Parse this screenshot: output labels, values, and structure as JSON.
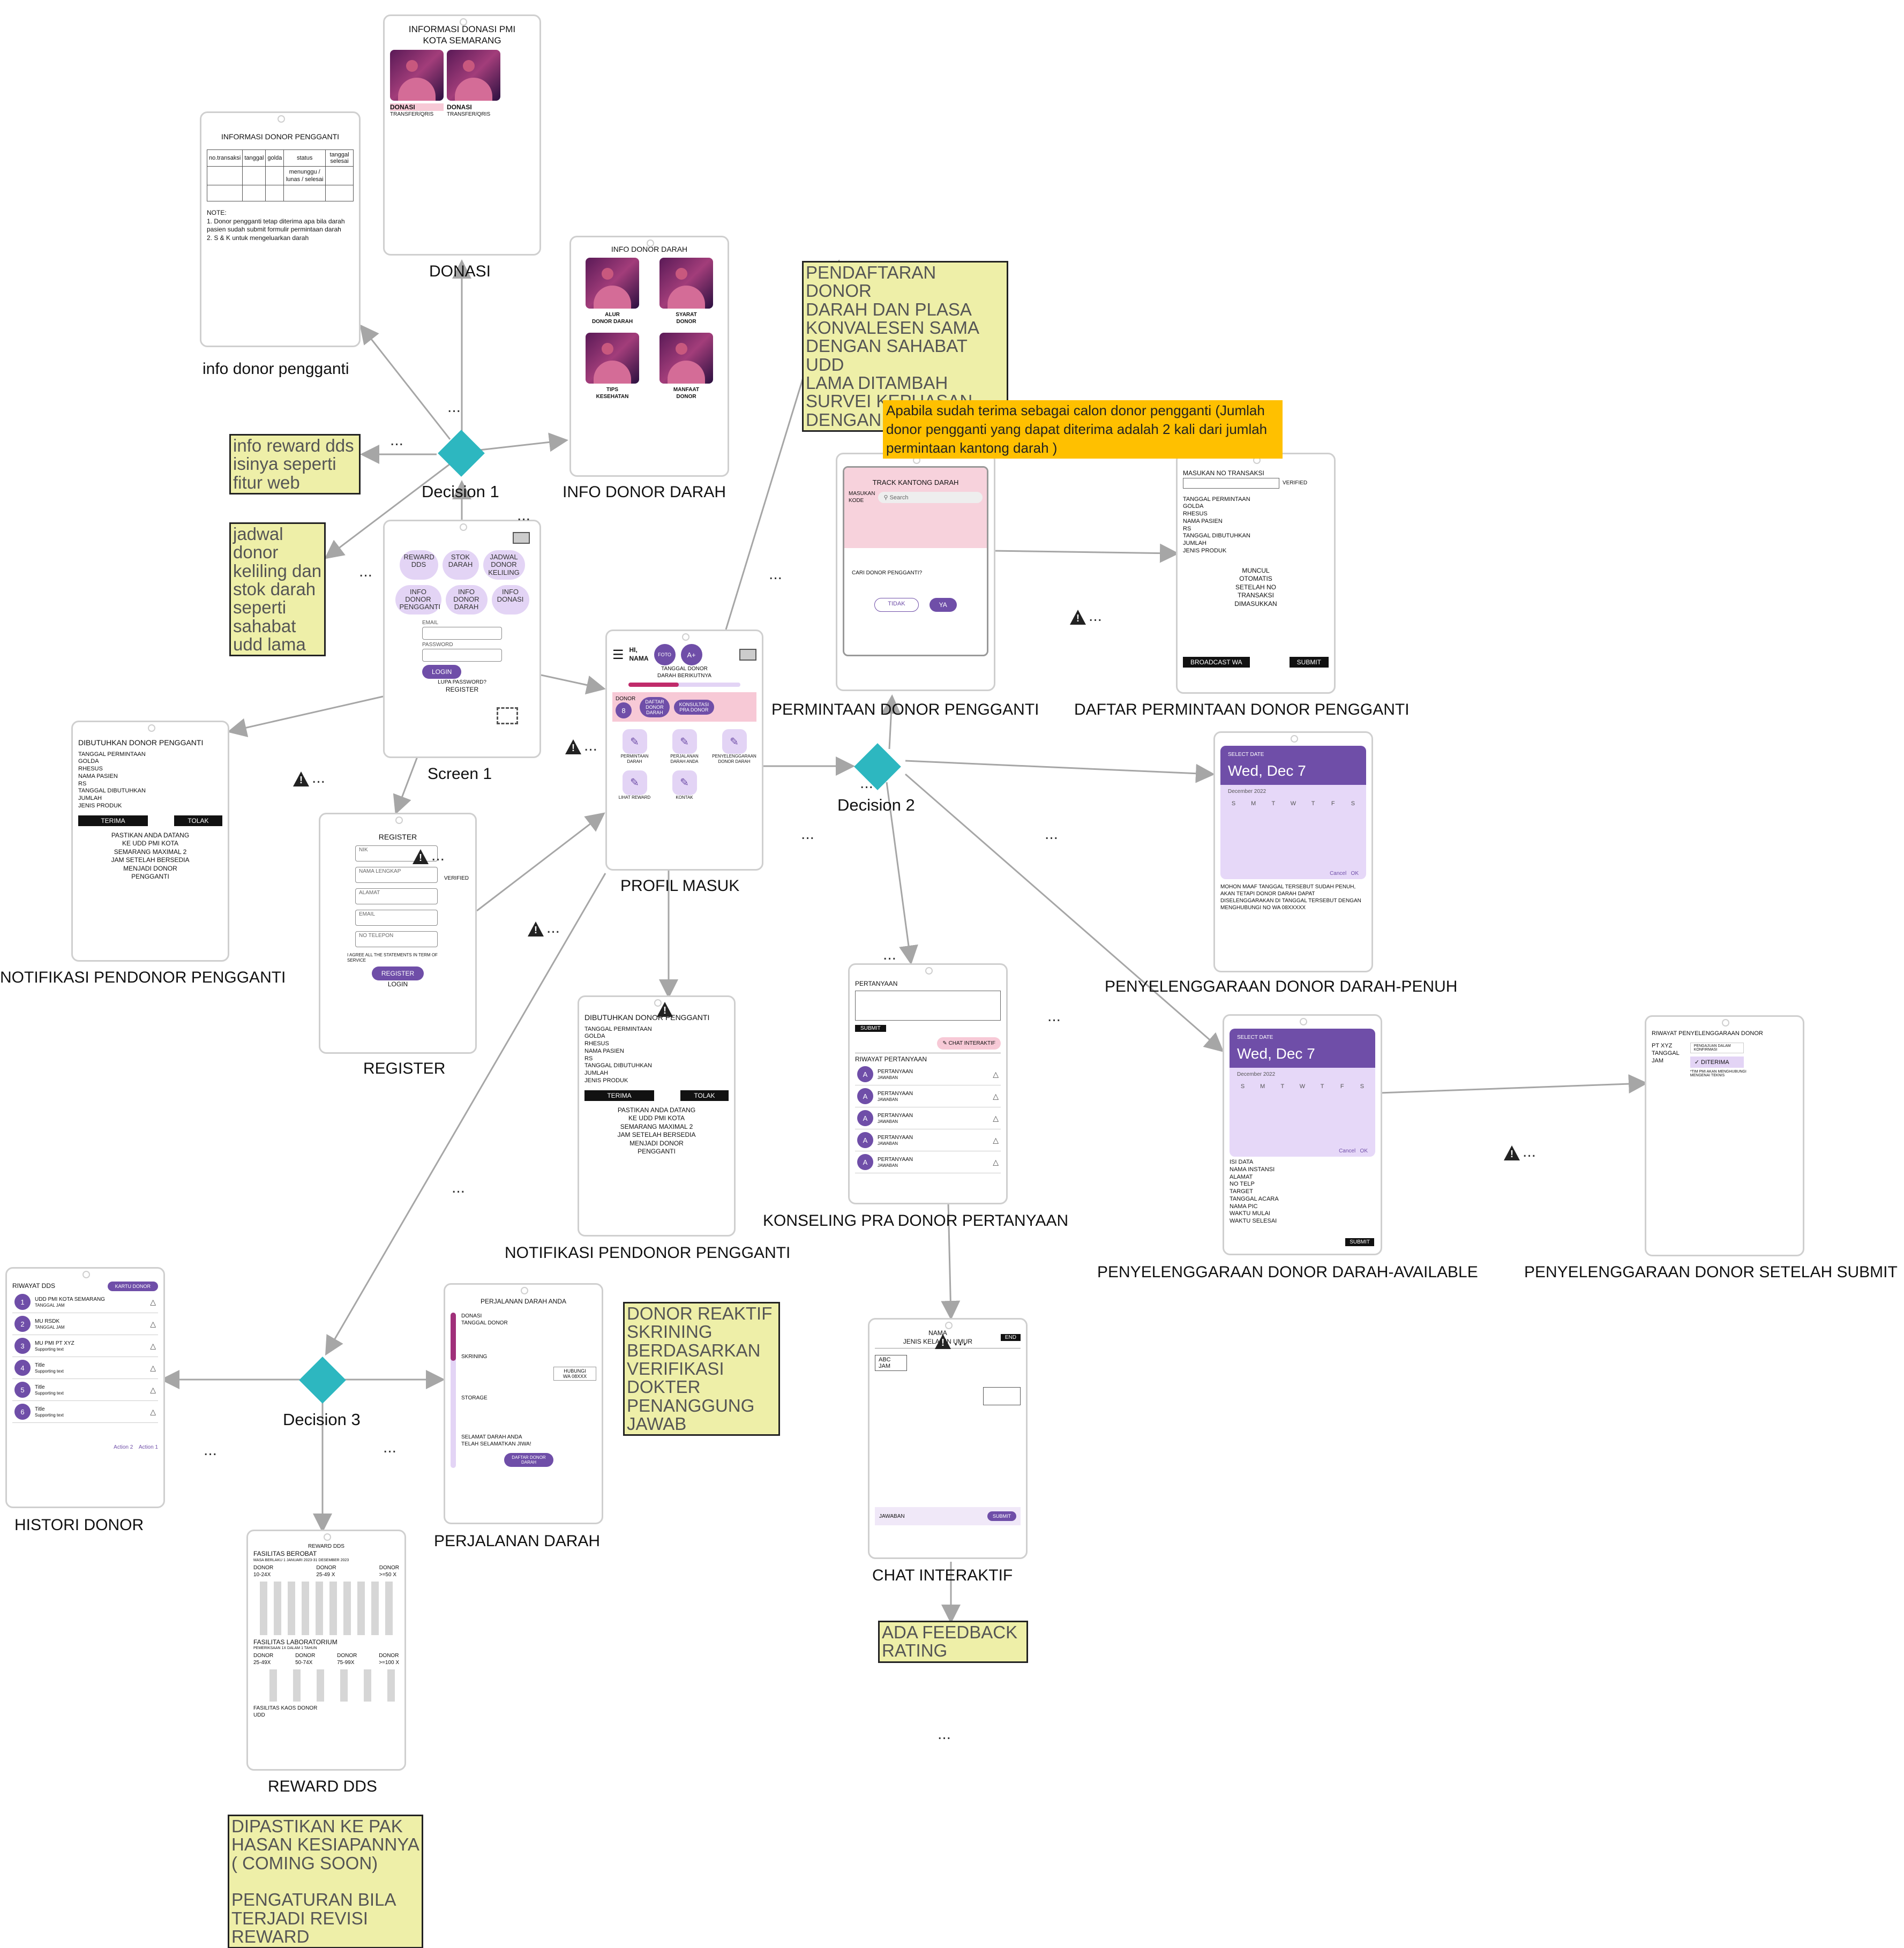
{
  "colors": {
    "accent": "#6f4ea8",
    "decision": "#2db7c0",
    "note_bg": "#eeefa8",
    "note_orange": "#ffc000",
    "edge": "#a6a6a6"
  },
  "screens": {
    "donasi": {
      "label": "DONASI",
      "title": "INFORMASI DONASI PMI\nKOTA SEMARANG",
      "cards": [
        {
          "name": "DONASI",
          "sub": "TRANSFER/QRIS"
        },
        {
          "name": "DONASI",
          "sub": "TRANSFER/QRIS"
        }
      ]
    },
    "info_pengganti": {
      "label": "info donor pengganti",
      "title": "INFORMASI DONOR PENGGANTI",
      "cols": [
        "no.transaksi",
        "tanggal",
        "golda",
        "status",
        "tanggal selesai"
      ],
      "status_cell": "menunggu / lunas / selesai",
      "note": "NOTE:\n1. Donor pengganti tetap diterima apa bila darah pasien sudah submit formulir permintaan darah\n2. S & K untuk mengeluarkan darah"
    },
    "info_donor_darah": {
      "label": "INFO DONOR DARAH",
      "title": "INFO DONOR DARAH",
      "cards": [
        "ALUR\nDONOR DARAH",
        "SYARAT\nDONOR",
        "TIPS\nKESEHATAN",
        "MANFAAT\nDONOR"
      ]
    },
    "screen1": {
      "label": "Screen 1",
      "pills": [
        "REWARD\nDDS",
        "STOK\nDARAH",
        "JADWAL\nDONOR\nKELILING",
        "INFO\nDONOR\nPENGGANTI",
        "INFO\nDONOR\nDARAH",
        "INFO\nDONASI"
      ],
      "email": "EMAIL",
      "password": "PASSWORD",
      "login": "LOGIN",
      "forgot": "LUPA PASSWORD?",
      "register": "REGISTER"
    },
    "register": {
      "label": "REGISTER",
      "title": "REGISTER",
      "fields": [
        "NIK",
        "NAMA LENGKAP",
        "ALAMAT",
        "EMAIL",
        "NO TELEPON"
      ],
      "verified": "VERIFIED",
      "agree": "I AGREE ALL THE STATEMENTS IN TERM OF SERVICE",
      "button": "REGISTER",
      "login": "LOGIN"
    },
    "notif_left": {
      "label": "NOTIFIKASI PENDONOR PENGGANTI",
      "title": "DIBUTUHKAN DONOR PENGGANTI",
      "lines": [
        "TANGGAL PERMINTAAN",
        "GOLDA",
        "RHESUS",
        "NAMA PASIEN",
        "RS",
        "TANGGAL DIBUTUHKAN",
        "JUMLAH",
        "JENIS PRODUK"
      ],
      "accept": "TERIMA",
      "reject": "TOLAK",
      "message": "PASTIKAN ANDA DATANG\nKE UDD PMI KOTA\nSEMARANG MAXIMAL 2\nJAM SETELAH BERSEDIA\nMENJADI DONOR\nPENGGANTI"
    },
    "profil": {
      "label": "PROFIL MASUK",
      "hi": "HI,\nNAMA",
      "foto": "FOTO",
      "blood": "A+",
      "next": "TANGGAL DONOR\nDARAH BERIKUTNYA",
      "donor": "DONOR",
      "count": "8",
      "buttons": [
        "DAFTAR\nDONOR\nDARAH",
        "KONSULTASI\nPRA DONOR"
      ],
      "icons": [
        "PERMINTAAN\nDARAH",
        "PERJALANAN\nDARAH ANDA",
        "PENYELENGGARAAN\nDONOR DARAH",
        "LIHAT REWARD",
        "KONTAK"
      ]
    },
    "notif_mid": {
      "label": "NOTIFIKASI PENDONOR PENGGANTI",
      "title": "DIBUTUHKAN DONOR PENGGANTI",
      "lines": [
        "TANGGAL PERMINTAAN",
        "GOLDA",
        "RHESUS",
        "NAMA PASIEN",
        "RS",
        "TANGGAL DIBUTUHKAN",
        "JUMLAH",
        "JENIS PRODUK"
      ],
      "accept": "TERIMA",
      "reject": "TOLAK",
      "message": "PASTIKAN ANDA DATANG\nKE UDD PMI KOTA\nSEMARANG MAXIMAL 2\nJAM SETELAH BERSEDIA\nMENJADI DONOR\nPENGGANTI"
    },
    "permintaan": {
      "label": "PERMINTAAN DONOR PENGGANTI",
      "title": "TRACK KANTONG DARAH",
      "kode": "MASUKAN\nKODE",
      "search": "Search",
      "cari": "CARI DONOR PENGGANTI?",
      "no": "TIDAK",
      "yes": "YA"
    },
    "daftar": {
      "label": "DAFTAR PERMINTAAN DONOR PENGGANTI",
      "title": "MASUKAN NO TRANSAKSI",
      "verified": "VERIFIED",
      "lines": [
        "TANGGAL PERMINTAAN",
        "GOLDA",
        "RHESUS",
        "NAMA PASIEN",
        "RS",
        "TANGGAL DIBUTUHKAN",
        "JUMLAH",
        "JENIS PRODUK"
      ],
      "auto": "MUNCUL\nOTOMATIS\nSETELAH NO\nTRANSAKSI\nDIMASUKKAN",
      "broadcast": "BROADCAST WA",
      "submit": "SUBMIT"
    },
    "penuh": {
      "label": "PENYELENGGARAAN DONOR DARAH-PENUH",
      "select": "SELECT DATE",
      "date": "Wed, Dec 7",
      "month": "December 2022",
      "days": [
        "S",
        "M",
        "T",
        "W",
        "T",
        "F",
        "S"
      ],
      "cancel": "Cancel",
      "ok": "OK",
      "message": "MOHON MAAF TANGGAL TERSEBUT SUDAH PENUH, AKAN TETAPI DONOR DARAH DAPAT DISELENGGARAKAN DI TANGGAL TERSEBUT DENGAN MENGHUBUNGI NO WA 08XXXXX"
    },
    "available": {
      "label": "PENYELENGGARAAN DONOR DARAH-AVAILABLE",
      "select": "SELECT DATE",
      "date": "Wed, Dec 7",
      "month": "December 2022",
      "days": [
        "S",
        "M",
        "T",
        "W",
        "T",
        "F",
        "S"
      ],
      "cancel": "Cancel",
      "ok": "OK",
      "lines": [
        "ISI DATA",
        "NAMA INSTANSI",
        "ALAMAT",
        "NO TELP",
        "TARGET",
        "TANGGAL ACARA",
        "NAMA PIC",
        "WAKTU MULAI",
        "WAKTU SELESAI"
      ],
      "submit": "SUBMIT"
    },
    "setelah": {
      "label": "PENYELENGGARAAN DONOR SETELAH SUBMIT",
      "title": "RIWAYAT PENYELENGGARAAN DONOR",
      "lines": [
        "PT XYZ",
        "TANGGAL",
        "JAM"
      ],
      "option": "PENGAJUAN DALAM KONFIRMASI",
      "status": "DITERIMA",
      "note": "*TIM PMI AKAN MENGHUBUNGI MENGENAI TEKNIS"
    },
    "konseling": {
      "label": "KONSELING PRA DONOR PERTANYAAN",
      "title": "PERTANYAAN",
      "submit": "SUBMIT",
      "chat": "CHAT INTERAKTIF",
      "riwayat": "RIWAYAT PERTANYAAN",
      "item_q": "PERTANYAAN",
      "item_a": "JAWABAN"
    },
    "chat": {
      "label": "CHAT INTERAKTIF",
      "end": "END",
      "header": "NAMA\nJENIS KELAMIN UMUR",
      "bubble": "ABC\nJAM",
      "jawaban": "JAWABAN",
      "submit": "SUBMIT"
    },
    "histori": {
      "label": "HISTORI DONOR",
      "title": "RIWAYAT DDS",
      "kartu": "KARTU DONOR",
      "items": [
        {
          "n": "1",
          "t": "UDD PMI KOTA SEMARANG",
          "s": "TANGGAL JAM"
        },
        {
          "n": "2",
          "t": "MU RSDK",
          "s": "TANGGAL JAM"
        },
        {
          "n": "3",
          "t": "MU PMI PT XYZ",
          "s": "Supporting text"
        },
        {
          "n": "4",
          "t": "Title",
          "s": "Supporting text"
        },
        {
          "n": "5",
          "t": "Title",
          "s": "Supporting text"
        },
        {
          "n": "6",
          "t": "Title",
          "s": "Supporting text"
        }
      ],
      "action2": "Action 2",
      "action1": "Action 1"
    },
    "perjalanan": {
      "label": "PERJALANAN DARAH",
      "title": "PERJALANAN DARAH ANDA",
      "steps": [
        "DONASI",
        "TANGGAL DONOR",
        "SKRINING",
        "STORAGE",
        "SELAMAT DARAH ANDA\nTELAH SELAMATKAN JIWA!"
      ],
      "hubungi": "HUBUNGI\nWA 08XXX",
      "daftar": "DAFTAR DONOR\nDARAH"
    },
    "reward": {
      "label": "REWARD DDS",
      "title": "REWARD DDS",
      "f1": "FASILITAS BEROBAT",
      "f1sub": "MASA BERLAKU 1 JANUARI 2023-31 DESEMBER 2023",
      "d1": [
        "DONOR\n10-24X",
        "DONOR\n25-49 X",
        "DONOR\n>=50 X"
      ],
      "f2": "FASILITAS LABORATORIUM",
      "f2sub": "PEMERIKSAAN 1X DALAM 1 TAHUN",
      "d2": [
        "DONOR\n25-49X",
        "DONOR\n50-74X",
        "DONOR\n75-99X",
        "DONOR\n>=100 X"
      ],
      "f3": "FASILITAS KAOS DONOR",
      "f3sub": "UDD"
    }
  },
  "decisions": [
    "Decision 1",
    "Decision 2",
    "Decision 3"
  ],
  "notes": {
    "n1": "info reward dds\nisinya seperti\nfitur web",
    "n2": "jadwal\ndonor\nkeliling dan\nstok darah\nseperti\nsahabat\nudd lama",
    "n3": "PENDAFTARAN DONOR\nDARAH  DAN PLASA\nKONVALESEN SAMA\nDENGAN SAHABAT UDD\nLAMA DITAMBAH\nSURVEI KEPUASAN\nDENGAN RATING",
    "n4": "Apabila sudah terima sebagai calon donor pengganti (Jumlah donor pengganti yang dapat diterima adalah 2 kali dari jumlah permintaan kantong darah )",
    "n5": "DONOR REAKTIF\nSKRINING\nBERDASARKAN\nVERIFIKASI\nDOKTER\nPENANGGUNG\nJAWAB",
    "n6": "ADA FEEDBACK\nRATING",
    "n7": "DIPASTIKAN KE PAK\nHASAN KESIAPANNYA\n( COMING SOON)\n\nPENGATURAN BILA\nTERJADI REVISI\nREWARD"
  },
  "ellipsis": "..."
}
